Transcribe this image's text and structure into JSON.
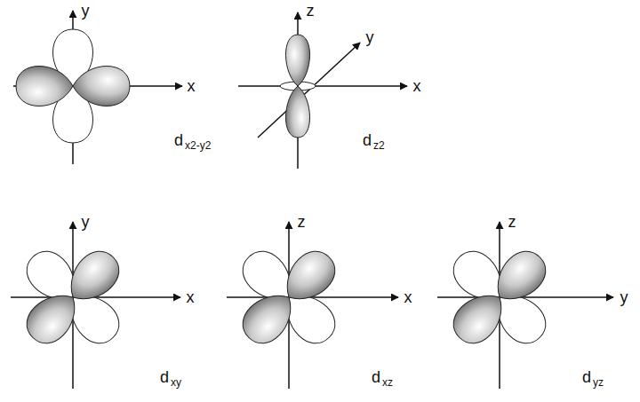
{
  "diagram": {
    "labels": [
      "y",
      "x",
      "d",
      "x2-y2",
      "z",
      "y",
      "x",
      "d",
      "z2",
      "y",
      "x",
      "d",
      "xy",
      "z",
      "x",
      "d",
      "xz",
      "z",
      "y",
      "d",
      "yz"
    ]
  }
}
